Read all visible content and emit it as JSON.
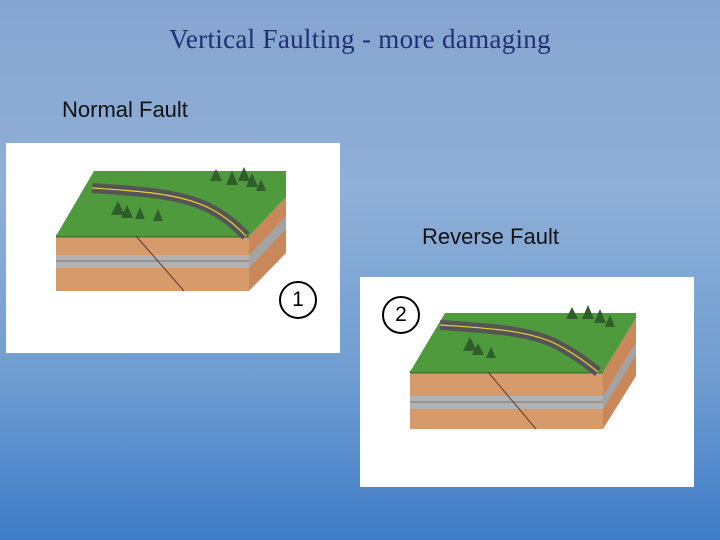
{
  "title": "Vertical Faulting - more damaging",
  "labels": {
    "normal": "Normal Fault",
    "reverse": "Reverse Fault"
  },
  "badges": {
    "first": "1",
    "second": "2"
  },
  "colors": {
    "grass": "#4e9a3c",
    "soil": "#d79a6b",
    "rock_band": "#b3b3b3",
    "road": "#555555",
    "road_line": "#e8d23a",
    "tree": "#2f5e2a",
    "title": "#1f2f73"
  }
}
